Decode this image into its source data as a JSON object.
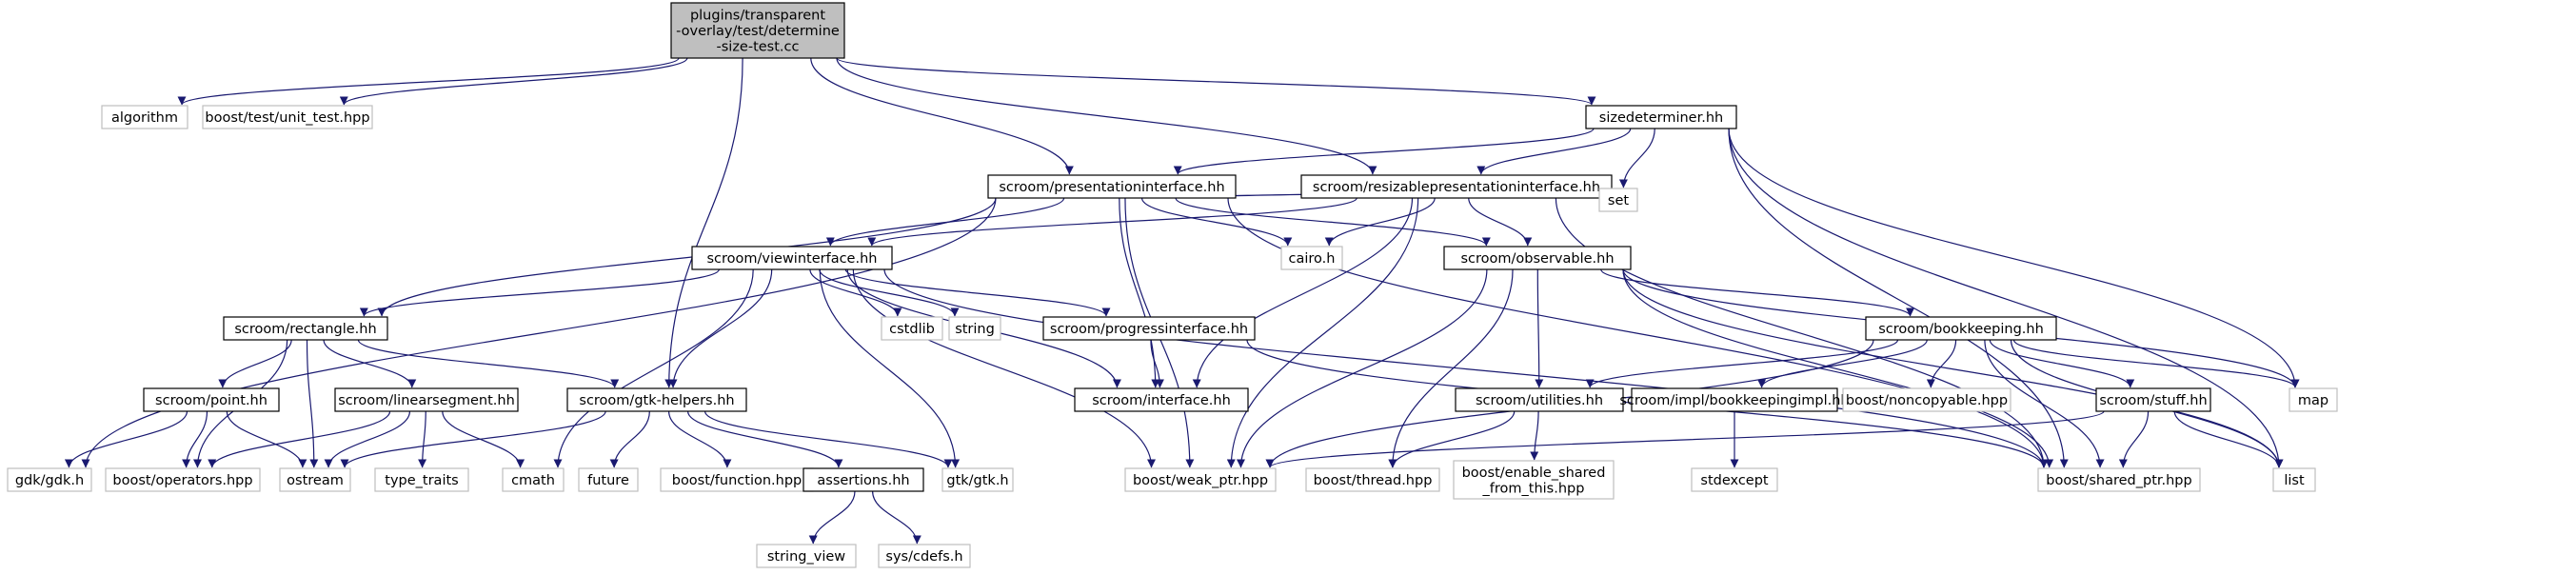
{
  "graph": {
    "nodes": [
      {
        "id": "root",
        "lines": [
          "plugins/transparent",
          "-overlay/test/determine",
          "-size-test.cc"
        ],
        "style": "root"
      },
      {
        "id": "algorithm",
        "lines": [
          "algorithm"
        ],
        "style": "external"
      },
      {
        "id": "unit_test",
        "lines": [
          "boost/test/unit_test.hpp"
        ],
        "style": "external"
      },
      {
        "id": "sizedeterminer",
        "lines": [
          "sizedeterminer.hh"
        ],
        "style": "internal"
      },
      {
        "id": "presentationinterface",
        "lines": [
          "scroom/presentationinterface.hh"
        ],
        "style": "internal"
      },
      {
        "id": "resizablepresentationinterface",
        "lines": [
          "scroom/resizablepresentationinterface.hh"
        ],
        "style": "internal"
      },
      {
        "id": "set",
        "lines": [
          "set"
        ],
        "style": "external"
      },
      {
        "id": "viewinterface",
        "lines": [
          "scroom/viewinterface.hh"
        ],
        "style": "internal"
      },
      {
        "id": "cairo",
        "lines": [
          "cairo.h"
        ],
        "style": "external"
      },
      {
        "id": "observable",
        "lines": [
          "scroom/observable.hh"
        ],
        "style": "internal"
      },
      {
        "id": "rectangle",
        "lines": [
          "scroom/rectangle.hh"
        ],
        "style": "internal"
      },
      {
        "id": "cstdlib",
        "lines": [
          "cstdlib"
        ],
        "style": "external"
      },
      {
        "id": "string",
        "lines": [
          "string"
        ],
        "style": "external"
      },
      {
        "id": "progressinterface",
        "lines": [
          "scroom/progressinterface.hh"
        ],
        "style": "internal"
      },
      {
        "id": "interface",
        "lines": [
          "scroom/interface.hh"
        ],
        "style": "internal"
      },
      {
        "id": "bookkeeping",
        "lines": [
          "scroom/bookkeeping.hh"
        ],
        "style": "internal"
      },
      {
        "id": "point",
        "lines": [
          "scroom/point.hh"
        ],
        "style": "internal"
      },
      {
        "id": "linearsegment",
        "lines": [
          "scroom/linearsegment.hh"
        ],
        "style": "internal"
      },
      {
        "id": "gtkhelpers",
        "lines": [
          "scroom/gtk-helpers.hh"
        ],
        "style": "internal"
      },
      {
        "id": "utilities",
        "lines": [
          "scroom/utilities.hh"
        ],
        "style": "internal"
      },
      {
        "id": "bookkeepingimpl",
        "lines": [
          "scroom/impl/bookkeepingimpl.hh"
        ],
        "style": "internal"
      },
      {
        "id": "noncopyable",
        "lines": [
          "boost/noncopyable.hpp"
        ],
        "style": "external"
      },
      {
        "id": "stuff",
        "lines": [
          "scroom/stuff.hh"
        ],
        "style": "internal"
      },
      {
        "id": "map",
        "lines": [
          "map"
        ],
        "style": "external"
      },
      {
        "id": "gdk",
        "lines": [
          "gdk/gdk.h"
        ],
        "style": "external"
      },
      {
        "id": "operators",
        "lines": [
          "boost/operators.hpp"
        ],
        "style": "external"
      },
      {
        "id": "ostream",
        "lines": [
          "ostream"
        ],
        "style": "external"
      },
      {
        "id": "type_traits",
        "lines": [
          "type_traits"
        ],
        "style": "external"
      },
      {
        "id": "cmath",
        "lines": [
          "cmath"
        ],
        "style": "external"
      },
      {
        "id": "future",
        "lines": [
          "future"
        ],
        "style": "external"
      },
      {
        "id": "function",
        "lines": [
          "boost/function.hpp"
        ],
        "style": "external"
      },
      {
        "id": "assertions",
        "lines": [
          "assertions.hh"
        ],
        "style": "internal"
      },
      {
        "id": "gtk",
        "lines": [
          "gtk/gtk.h"
        ],
        "style": "external"
      },
      {
        "id": "weak_ptr",
        "lines": [
          "boost/weak_ptr.hpp"
        ],
        "style": "external"
      },
      {
        "id": "thread",
        "lines": [
          "boost/thread.hpp"
        ],
        "style": "external"
      },
      {
        "id": "enable_shared",
        "lines": [
          "boost/enable_shared",
          "_from_this.hpp"
        ],
        "style": "external"
      },
      {
        "id": "stdexcept",
        "lines": [
          "stdexcept"
        ],
        "style": "external"
      },
      {
        "id": "shared_ptr",
        "lines": [
          "boost/shared_ptr.hpp"
        ],
        "style": "external"
      },
      {
        "id": "list",
        "lines": [
          "list"
        ],
        "style": "external"
      },
      {
        "id": "string_view",
        "lines": [
          "string_view"
        ],
        "style": "external"
      },
      {
        "id": "cdefs",
        "lines": [
          "sys/cdefs.h"
        ],
        "style": "external"
      }
    ],
    "edges": [
      [
        "root",
        "algorithm"
      ],
      [
        "root",
        "unit_test"
      ],
      [
        "root",
        "sizedeterminer"
      ],
      [
        "root",
        "presentationinterface"
      ],
      [
        "root",
        "resizablepresentationinterface"
      ],
      [
        "root",
        "gtkhelpers"
      ],
      [
        "sizedeterminer",
        "presentationinterface"
      ],
      [
        "sizedeterminer",
        "resizablepresentationinterface"
      ],
      [
        "sizedeterminer",
        "set"
      ],
      [
        "sizedeterminer",
        "map"
      ],
      [
        "sizedeterminer",
        "shared_ptr"
      ],
      [
        "sizedeterminer",
        "list"
      ],
      [
        "presentationinterface",
        "viewinterface"
      ],
      [
        "presentationinterface",
        "cairo"
      ],
      [
        "presentationinterface",
        "observable"
      ],
      [
        "presentationinterface",
        "set"
      ],
      [
        "presentationinterface",
        "rectangle"
      ],
      [
        "presentationinterface",
        "interface"
      ],
      [
        "presentationinterface",
        "gdk"
      ],
      [
        "presentationinterface",
        "weak_ptr"
      ],
      [
        "presentationinterface",
        "shared_ptr"
      ],
      [
        "resizablepresentationinterface",
        "viewinterface"
      ],
      [
        "resizablepresentationinterface",
        "cairo"
      ],
      [
        "resizablepresentationinterface",
        "observable"
      ],
      [
        "resizablepresentationinterface",
        "set"
      ],
      [
        "resizablepresentationinterface",
        "interface"
      ],
      [
        "resizablepresentationinterface",
        "weak_ptr"
      ],
      [
        "resizablepresentationinterface",
        "shared_ptr"
      ],
      [
        "viewinterface",
        "rectangle"
      ],
      [
        "viewinterface",
        "cstdlib"
      ],
      [
        "viewinterface",
        "string"
      ],
      [
        "viewinterface",
        "progressinterface"
      ],
      [
        "viewinterface",
        "interface"
      ],
      [
        "viewinterface",
        "gtkhelpers"
      ],
      [
        "viewinterface",
        "cmath"
      ],
      [
        "viewinterface",
        "gtk"
      ],
      [
        "viewinterface",
        "weak_ptr"
      ],
      [
        "viewinterface",
        "shared_ptr"
      ],
      [
        "observable",
        "bookkeeping"
      ],
      [
        "observable",
        "utilities"
      ],
      [
        "observable",
        "thread"
      ],
      [
        "observable",
        "weak_ptr"
      ],
      [
        "observable",
        "map"
      ],
      [
        "observable",
        "shared_ptr"
      ],
      [
        "observable",
        "list"
      ],
      [
        "rectangle",
        "point"
      ],
      [
        "rectangle",
        "linearsegment"
      ],
      [
        "rectangle",
        "gtkhelpers"
      ],
      [
        "rectangle",
        "ostream"
      ],
      [
        "rectangle",
        "operators"
      ],
      [
        "progressinterface",
        "interface"
      ],
      [
        "progressinterface",
        "shared_ptr"
      ],
      [
        "bookkeeping",
        "utilities"
      ],
      [
        "bookkeeping",
        "bookkeepingimpl"
      ],
      [
        "bookkeeping",
        "noncopyable"
      ],
      [
        "bookkeeping",
        "stuff"
      ],
      [
        "bookkeeping",
        "map"
      ],
      [
        "bookkeeping",
        "weak_ptr"
      ],
      [
        "bookkeeping",
        "shared_ptr"
      ],
      [
        "bookkeeping",
        "list"
      ],
      [
        "point",
        "gdk"
      ],
      [
        "point",
        "operators"
      ],
      [
        "point",
        "ostream"
      ],
      [
        "linearsegment",
        "operators"
      ],
      [
        "linearsegment",
        "ostream"
      ],
      [
        "linearsegment",
        "type_traits"
      ],
      [
        "linearsegment",
        "cmath"
      ],
      [
        "gtkhelpers",
        "future"
      ],
      [
        "gtkhelpers",
        "function"
      ],
      [
        "gtkhelpers",
        "assertions"
      ],
      [
        "gtkhelpers",
        "gtk"
      ],
      [
        "gtkhelpers",
        "ostream"
      ],
      [
        "utilities",
        "thread"
      ],
      [
        "utilities",
        "enable_shared"
      ],
      [
        "bookkeepingimpl",
        "stdexcept"
      ],
      [
        "stuff",
        "weak_ptr"
      ],
      [
        "stuff",
        "shared_ptr"
      ],
      [
        "stuff",
        "list"
      ],
      [
        "assertions",
        "string_view"
      ],
      [
        "assertions",
        "cdefs"
      ]
    ]
  },
  "colors": {
    "edge": "#191970",
    "root_fill": "#bfbfbf",
    "root_border": "#000000",
    "internal_border": "#000000",
    "external_border": "#bfbfbf",
    "text": "#000000"
  }
}
